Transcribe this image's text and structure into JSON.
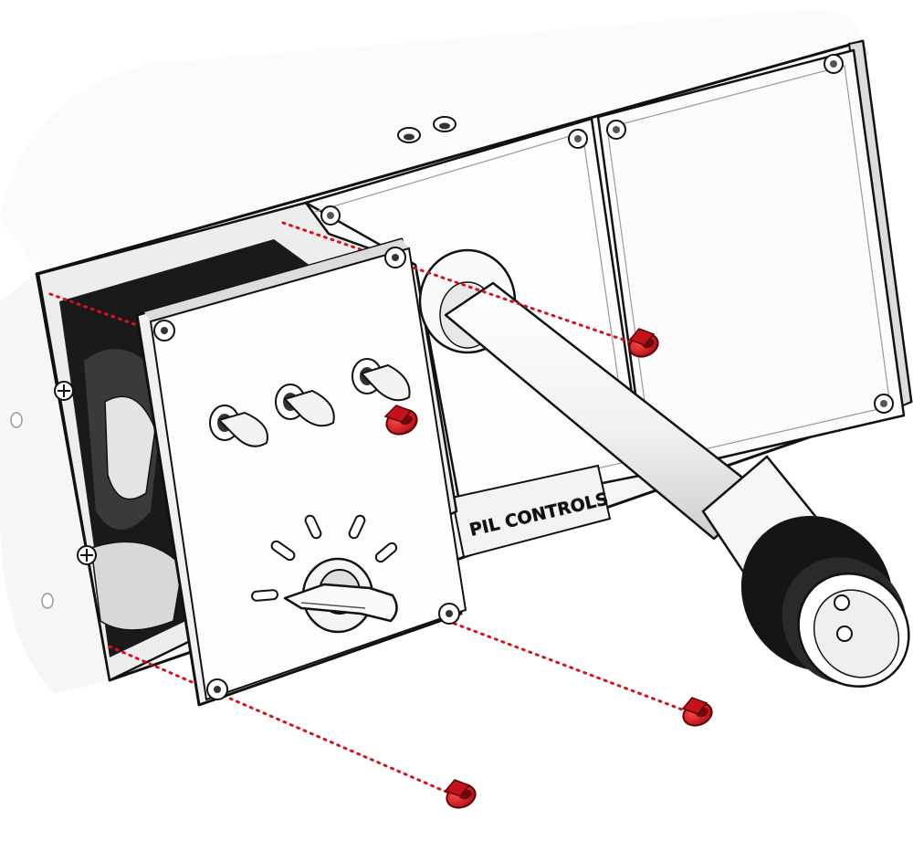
{
  "diagram": {
    "type": "exploded-assembly-illustration",
    "panel_label": "PIL CONTROLS",
    "colors": {
      "outline": "#111111",
      "body": "#ffffff",
      "shade": "#d9d9d9",
      "cavity": "#1a1a1a",
      "screw": "#d6131b",
      "screw_dark": "#8a0a0f",
      "guide_line": "#d6131b"
    },
    "parts": [
      "enclosure-body",
      "access-cavity",
      "blank-cover-plate-left",
      "blank-cover-plate-right",
      "joystick-shaft",
      "joystick-grip",
      "control-faceplate",
      "toggle-switch",
      "rotary-selector-knob",
      "cap-screw"
    ],
    "screw_count": 4
  }
}
